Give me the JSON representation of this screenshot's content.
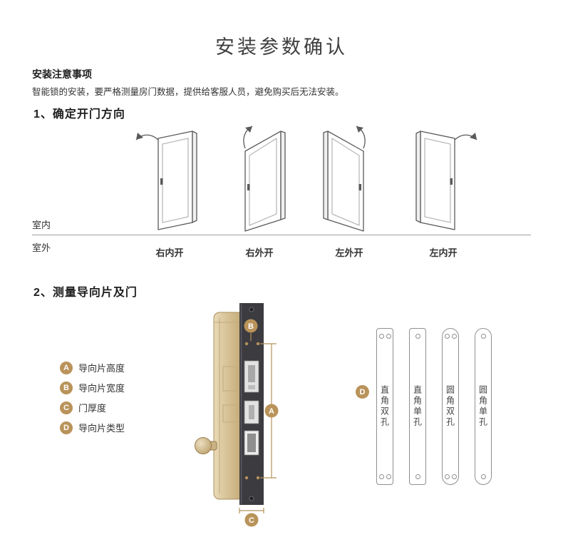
{
  "page": {
    "title": "安装参数确认"
  },
  "notes": {
    "heading": "安装注意事项",
    "body": "智能锁的安装，要严格测量房门数据，提供给客服人员，避免购买后无法安装。"
  },
  "section1": {
    "heading": "1、确定开门方向",
    "indoor_label": "室内",
    "outdoor_label": "室外",
    "doors": [
      {
        "label": "右内开"
      },
      {
        "label": "右外开"
      },
      {
        "label": "左外开"
      },
      {
        "label": "左内开"
      }
    ]
  },
  "section2": {
    "heading": "2、测量导向片及门",
    "legend": [
      {
        "badge": "A",
        "label": "导向片高度"
      },
      {
        "badge": "B",
        "label": "导向片宽度"
      },
      {
        "badge": "C",
        "label": "门厚度"
      },
      {
        "badge": "D",
        "label": "导向片类型"
      }
    ],
    "markers": {
      "a": "A",
      "b": "B",
      "c": "C",
      "d": "D"
    },
    "plates": [
      {
        "label": "直角双孔",
        "holes": "double",
        "corner": "square"
      },
      {
        "label": "直角单孔",
        "holes": "single",
        "corner": "square"
      },
      {
        "label": "圆角双孔",
        "holes": "double",
        "corner": "round"
      },
      {
        "label": "圆角单孔",
        "holes": "single",
        "corner": "round"
      }
    ],
    "colors": {
      "badge_gold": "#b9935a",
      "lock_body": "#d3bd93",
      "mortise_plate": "#3b3b40"
    }
  }
}
